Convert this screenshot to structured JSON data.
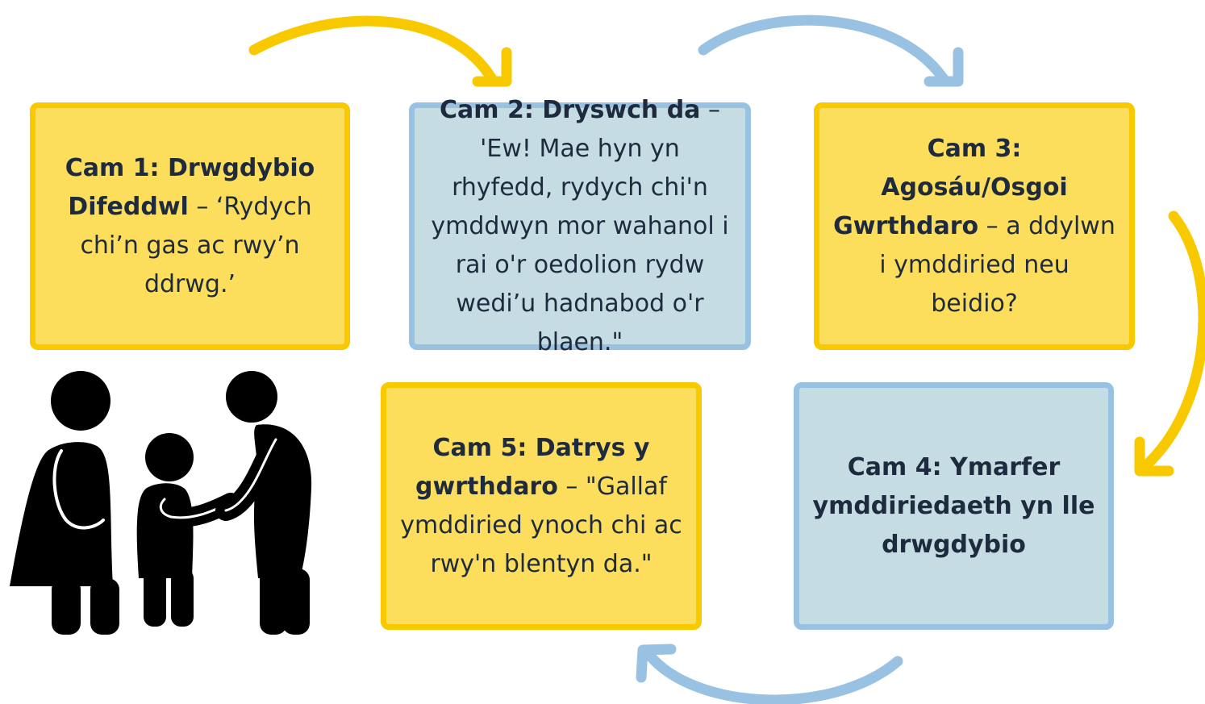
{
  "colors": {
    "yellow_fill": "#fcdd5c",
    "yellow_border": "#f9c900",
    "blue_fill": "#c5dde2",
    "blue_border": "#99c2e2",
    "text": "#1e2a3e",
    "figure": "#000000"
  },
  "steps": [
    {
      "bold": "Cam 1: Drwgdybio Difeddwl",
      "rest": " – ‘Rydych chi’n gas ac rwy’n ddrwg.’"
    },
    {
      "bold": "Cam 2: Dryswch da",
      "rest": " – 'Ew! Mae hyn yn rhyfedd, rydych chi'n ymddwyn mor wahanol i rai o'r oedolion rydw wedi’u hadnabod o'r blaen.\""
    },
    {
      "bold": "Cam 3: Agosáu/Osgoi Gwrthdaro",
      "rest": " – a ddylwn i ymddiried neu beidio?"
    },
    {
      "bold": "Cam 4: Ymarfer ymddiriedaeth yn lle drwgdybio",
      "rest": ""
    },
    {
      "bold": "Cam 5: Datrys y gwrthdaro",
      "rest": " – \"Gallaf ymddiried ynoch chi ac rwy'n blentyn da.\""
    }
  ],
  "icons": {
    "family": "family-icon",
    "arrow_1_to_2": "curved-arrow-icon",
    "arrow_2_to_3": "curved-arrow-icon",
    "arrow_3_to_4": "curved-arrow-icon",
    "arrow_4_to_5": "curved-arrow-icon"
  }
}
